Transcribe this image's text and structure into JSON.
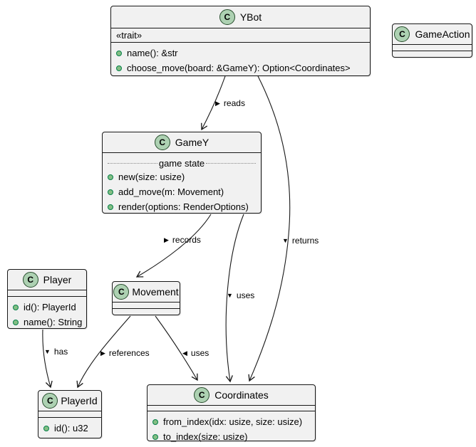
{
  "diagram_type": "uml-class-diagram",
  "icon_letter": "C",
  "colors": {
    "background": "#FFFFFF",
    "box_fill": "#F1F1F1",
    "box_border": "#181818",
    "circle_fill": "#ADD1B2",
    "bullet_fill": "#84BE84",
    "edge_stroke": "#181818"
  },
  "classes": {
    "ybot": {
      "name": "YBot",
      "stereotype": "«trait»",
      "methods": [
        "name(): &str",
        "choose_move(board: &GameY): Option<Coordinates>"
      ]
    },
    "gameaction": {
      "name": "GameAction"
    },
    "gamey": {
      "name": "GameY",
      "divider": "game state",
      "methods": [
        "new(size: usize)",
        "add_move(m: Movement)",
        "render(options: RenderOptions)"
      ]
    },
    "player": {
      "name": "Player",
      "methods": [
        "id(): PlayerId",
        "name(): String"
      ]
    },
    "movement": {
      "name": "Movement"
    },
    "playerid": {
      "name": "PlayerId",
      "methods": [
        "id(): u32"
      ]
    },
    "coordinates": {
      "name": "Coordinates",
      "methods": [
        "from_index(idx: usize, size: usize)",
        "to_index(size: usize)"
      ]
    }
  },
  "edges": {
    "reads": {
      "label": "reads",
      "glyph": "▶"
    },
    "returns": {
      "label": "returns",
      "glyph": "▼"
    },
    "records": {
      "label": "records",
      "glyph": "▶"
    },
    "uses_gamey": {
      "label": "uses",
      "glyph": "▼"
    },
    "uses_movement": {
      "label": "uses",
      "glyph": "◀"
    },
    "references": {
      "label": "references",
      "glyph": "▶"
    },
    "has": {
      "label": "has",
      "glyph": "▼"
    }
  }
}
